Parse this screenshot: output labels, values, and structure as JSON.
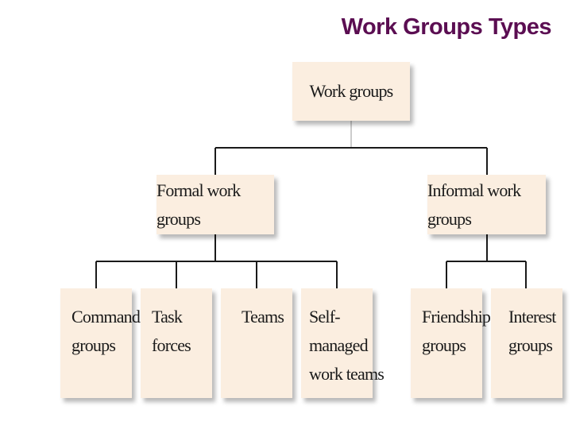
{
  "title": "Work Groups Types",
  "colors": {
    "title": "#5b0e52",
    "box_fill": "#fbeee0",
    "connector": "#1a1a1a"
  },
  "diagram": {
    "root": {
      "label": "Work groups"
    },
    "formal": {
      "label": "Formal work groups"
    },
    "informal": {
      "label": "Informal work groups"
    },
    "formal_children": [
      {
        "lines": [
          "Command",
          "groups"
        ]
      },
      {
        "lines": [
          "Task",
          "forces"
        ]
      },
      {
        "lines": [
          "Teams"
        ]
      },
      {
        "lines": [
          "Self-",
          "managed",
          "work teams"
        ]
      }
    ],
    "informal_children": [
      {
        "lines": [
          "Friendship",
          "groups"
        ]
      },
      {
        "lines": [
          "Interest",
          "groups"
        ]
      }
    ]
  }
}
